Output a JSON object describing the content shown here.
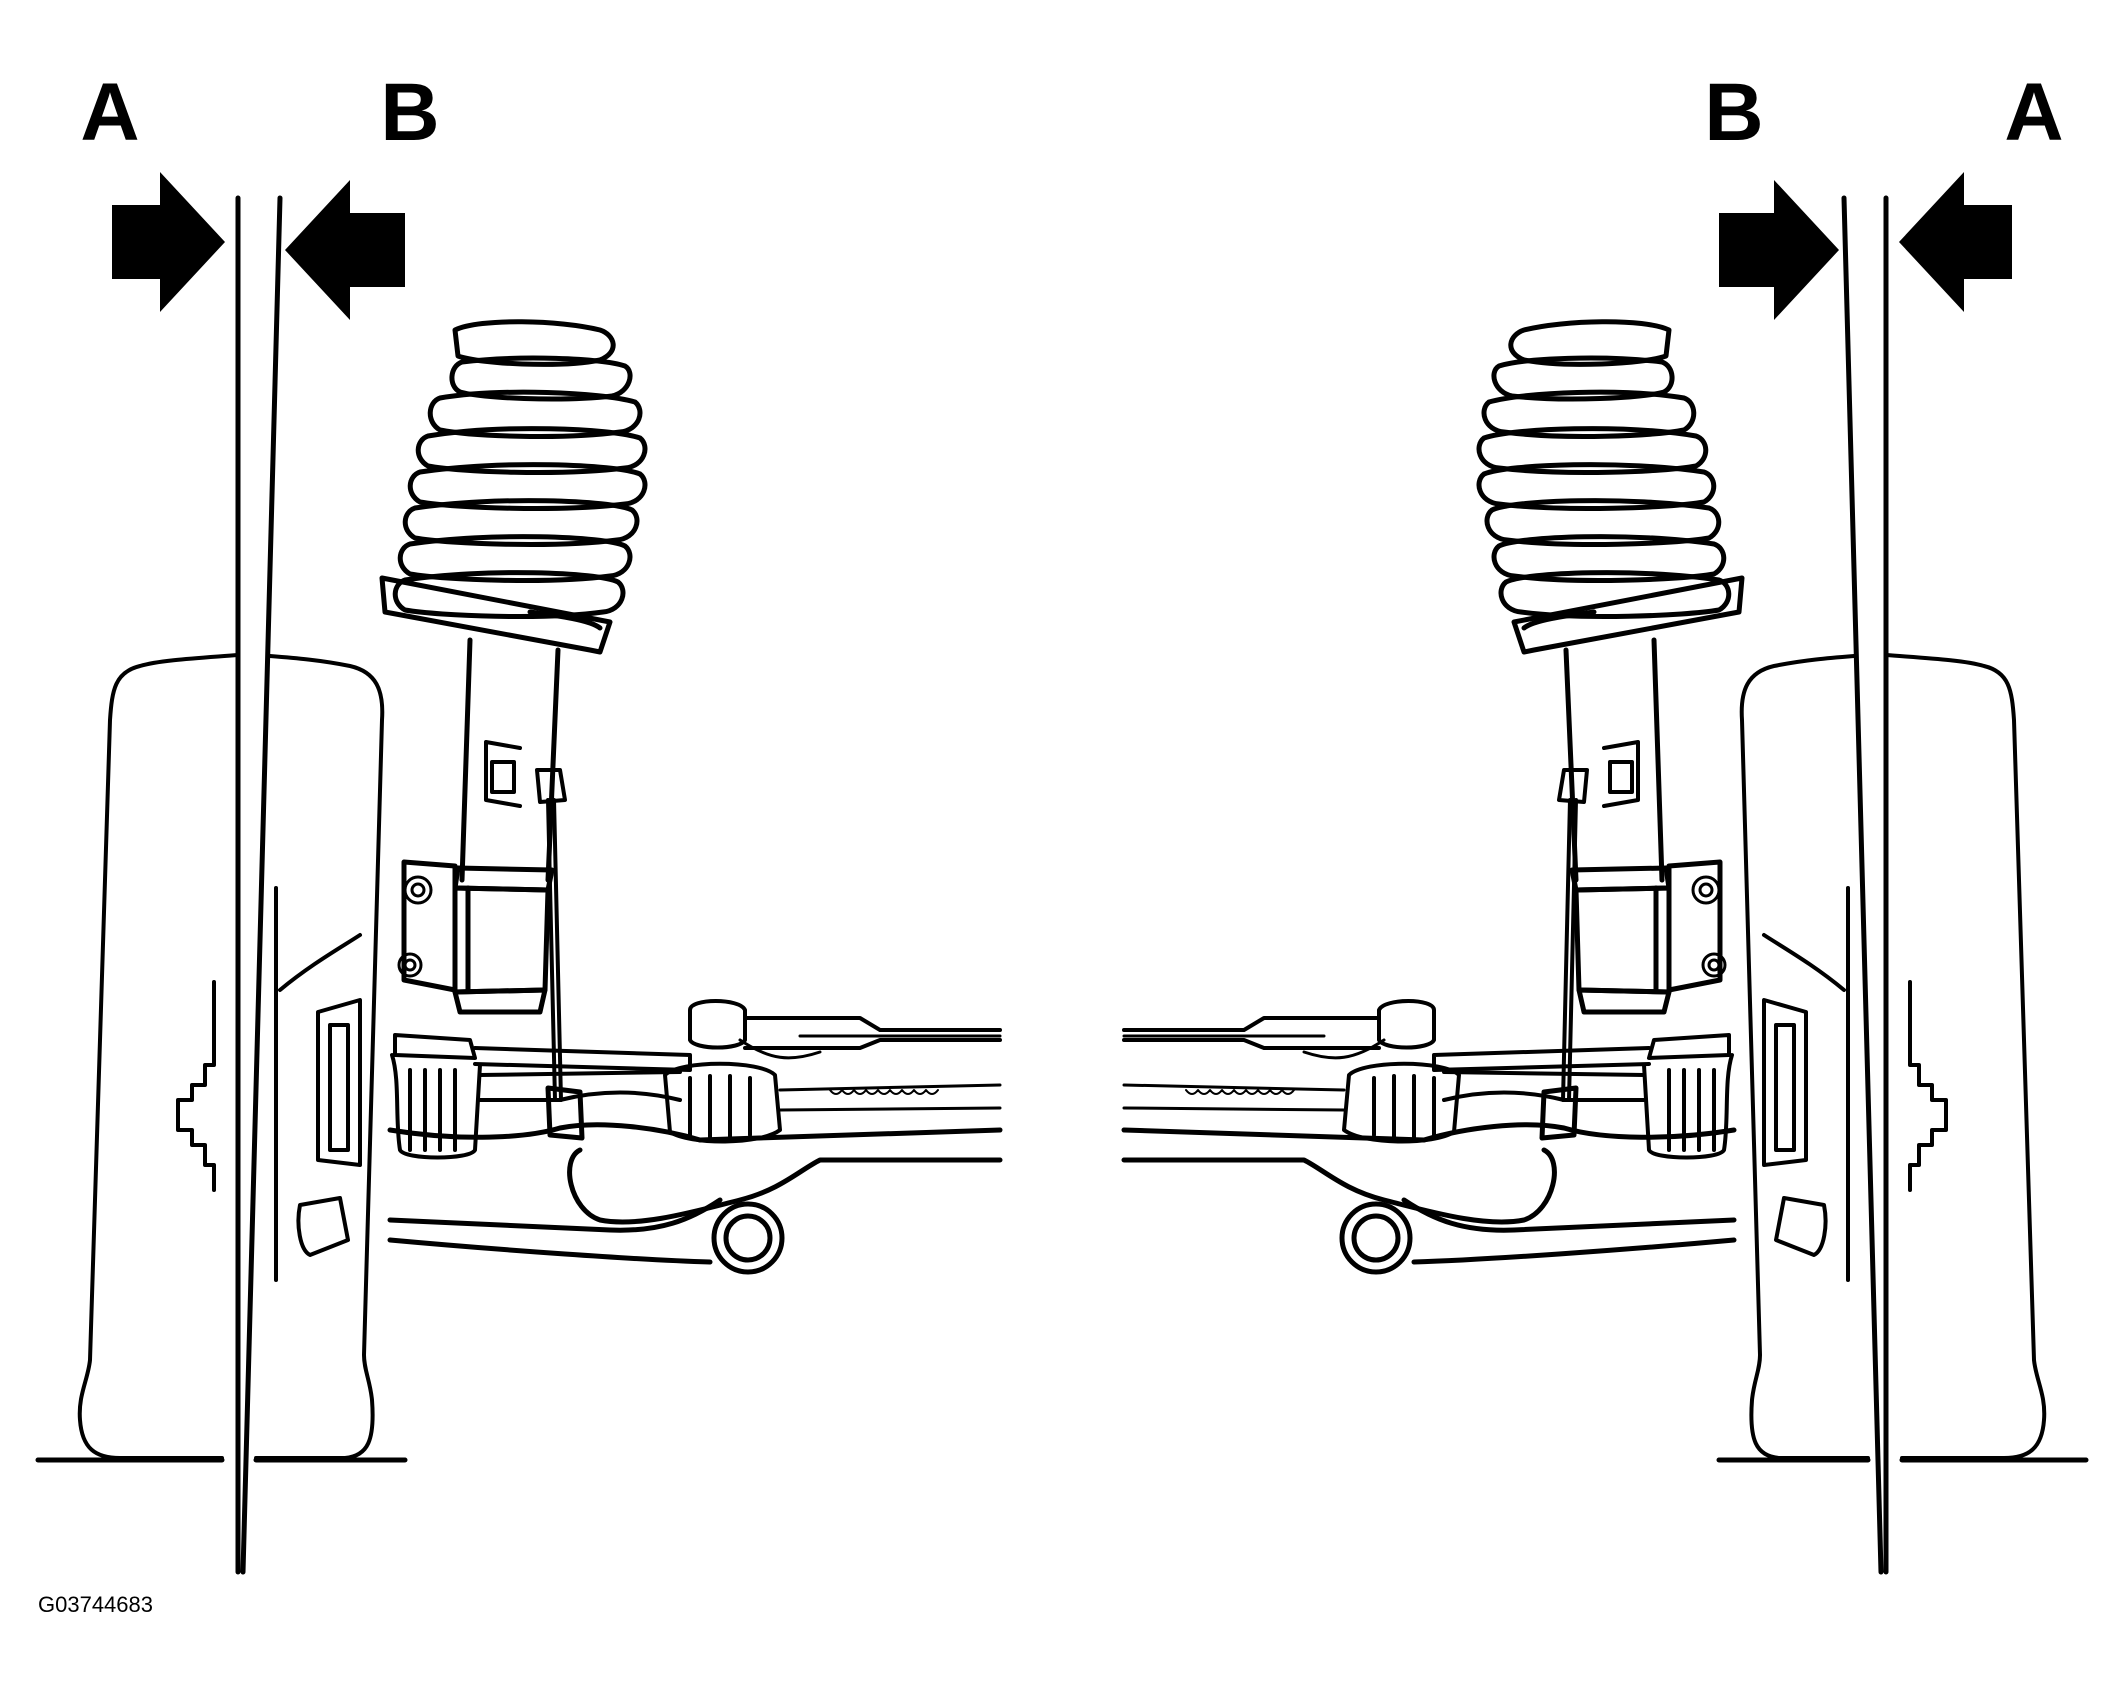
{
  "figure_id": "G03744683",
  "labels": {
    "left_a": "A",
    "left_b": "B",
    "right_b": "B",
    "right_a": "A"
  },
  "colors": {
    "ink": "#000000",
    "paper": "#ffffff"
  }
}
